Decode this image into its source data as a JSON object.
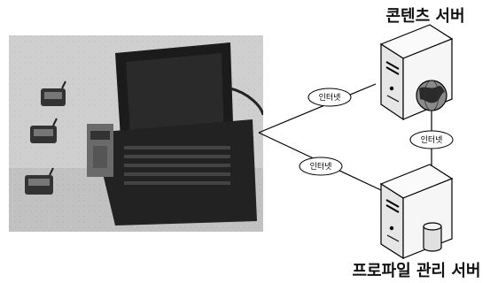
{
  "labels": {
    "content_server": "콘텐츠 서버",
    "profile_server": "프로파일 관리 서버",
    "internet_left_top": "인터넷",
    "internet_left_bottom": "인터넷",
    "internet_right": "인터넷"
  },
  "colors": {
    "line": "#000000",
    "server_body": "#f4f4f4",
    "photo_bg": "#c9c9c9",
    "laptop": "#1c1c1c"
  },
  "icons": {
    "globe": "globe-icon",
    "database": "database-icon"
  }
}
